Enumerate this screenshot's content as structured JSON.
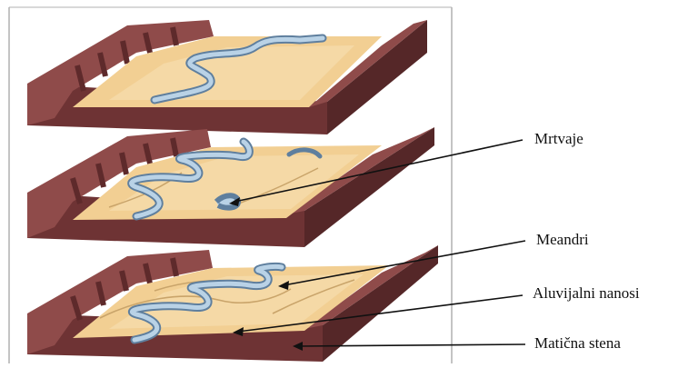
{
  "labels": {
    "oxbow": "Mrtvaje",
    "meanders": "Meandri",
    "alluvial": "Aluvijalni nanosi",
    "bedrock": "Matična stena"
  },
  "colors": {
    "floodplain": "#f2cf93",
    "floodplain_light": "#f8e2b6",
    "wall_top": "#8f4b4a",
    "wall_dark": "#5e2a2b",
    "river": "#9dbbd6",
    "river_edge": "#5f7f9e",
    "frame": "#b0b0b0"
  }
}
